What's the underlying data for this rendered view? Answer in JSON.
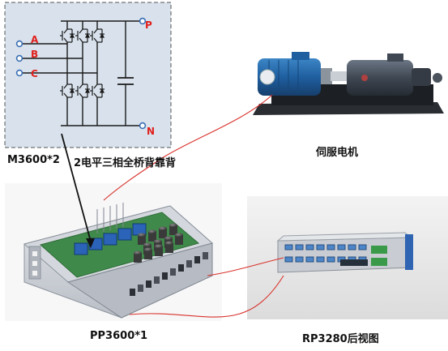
{
  "schematic": {
    "phases": [
      "A",
      "B",
      "C"
    ],
    "dc_positive": "P",
    "dc_negative": "N"
  },
  "labels": {
    "module": "M3600*2",
    "topology": "2电平三相全桥背靠背",
    "motor": "伺服电机",
    "controller": "PP3600*1",
    "rear_unit": "RP3280后视图"
  },
  "colors": {
    "phase_text": "#e0201c",
    "schematic_line": "#1a1a1a",
    "terminal_blue": "#3a6fb5",
    "schematic_bg": "#d8e1ec",
    "cable": "#d9322b",
    "motor_blue": "#1f5fa0"
  }
}
